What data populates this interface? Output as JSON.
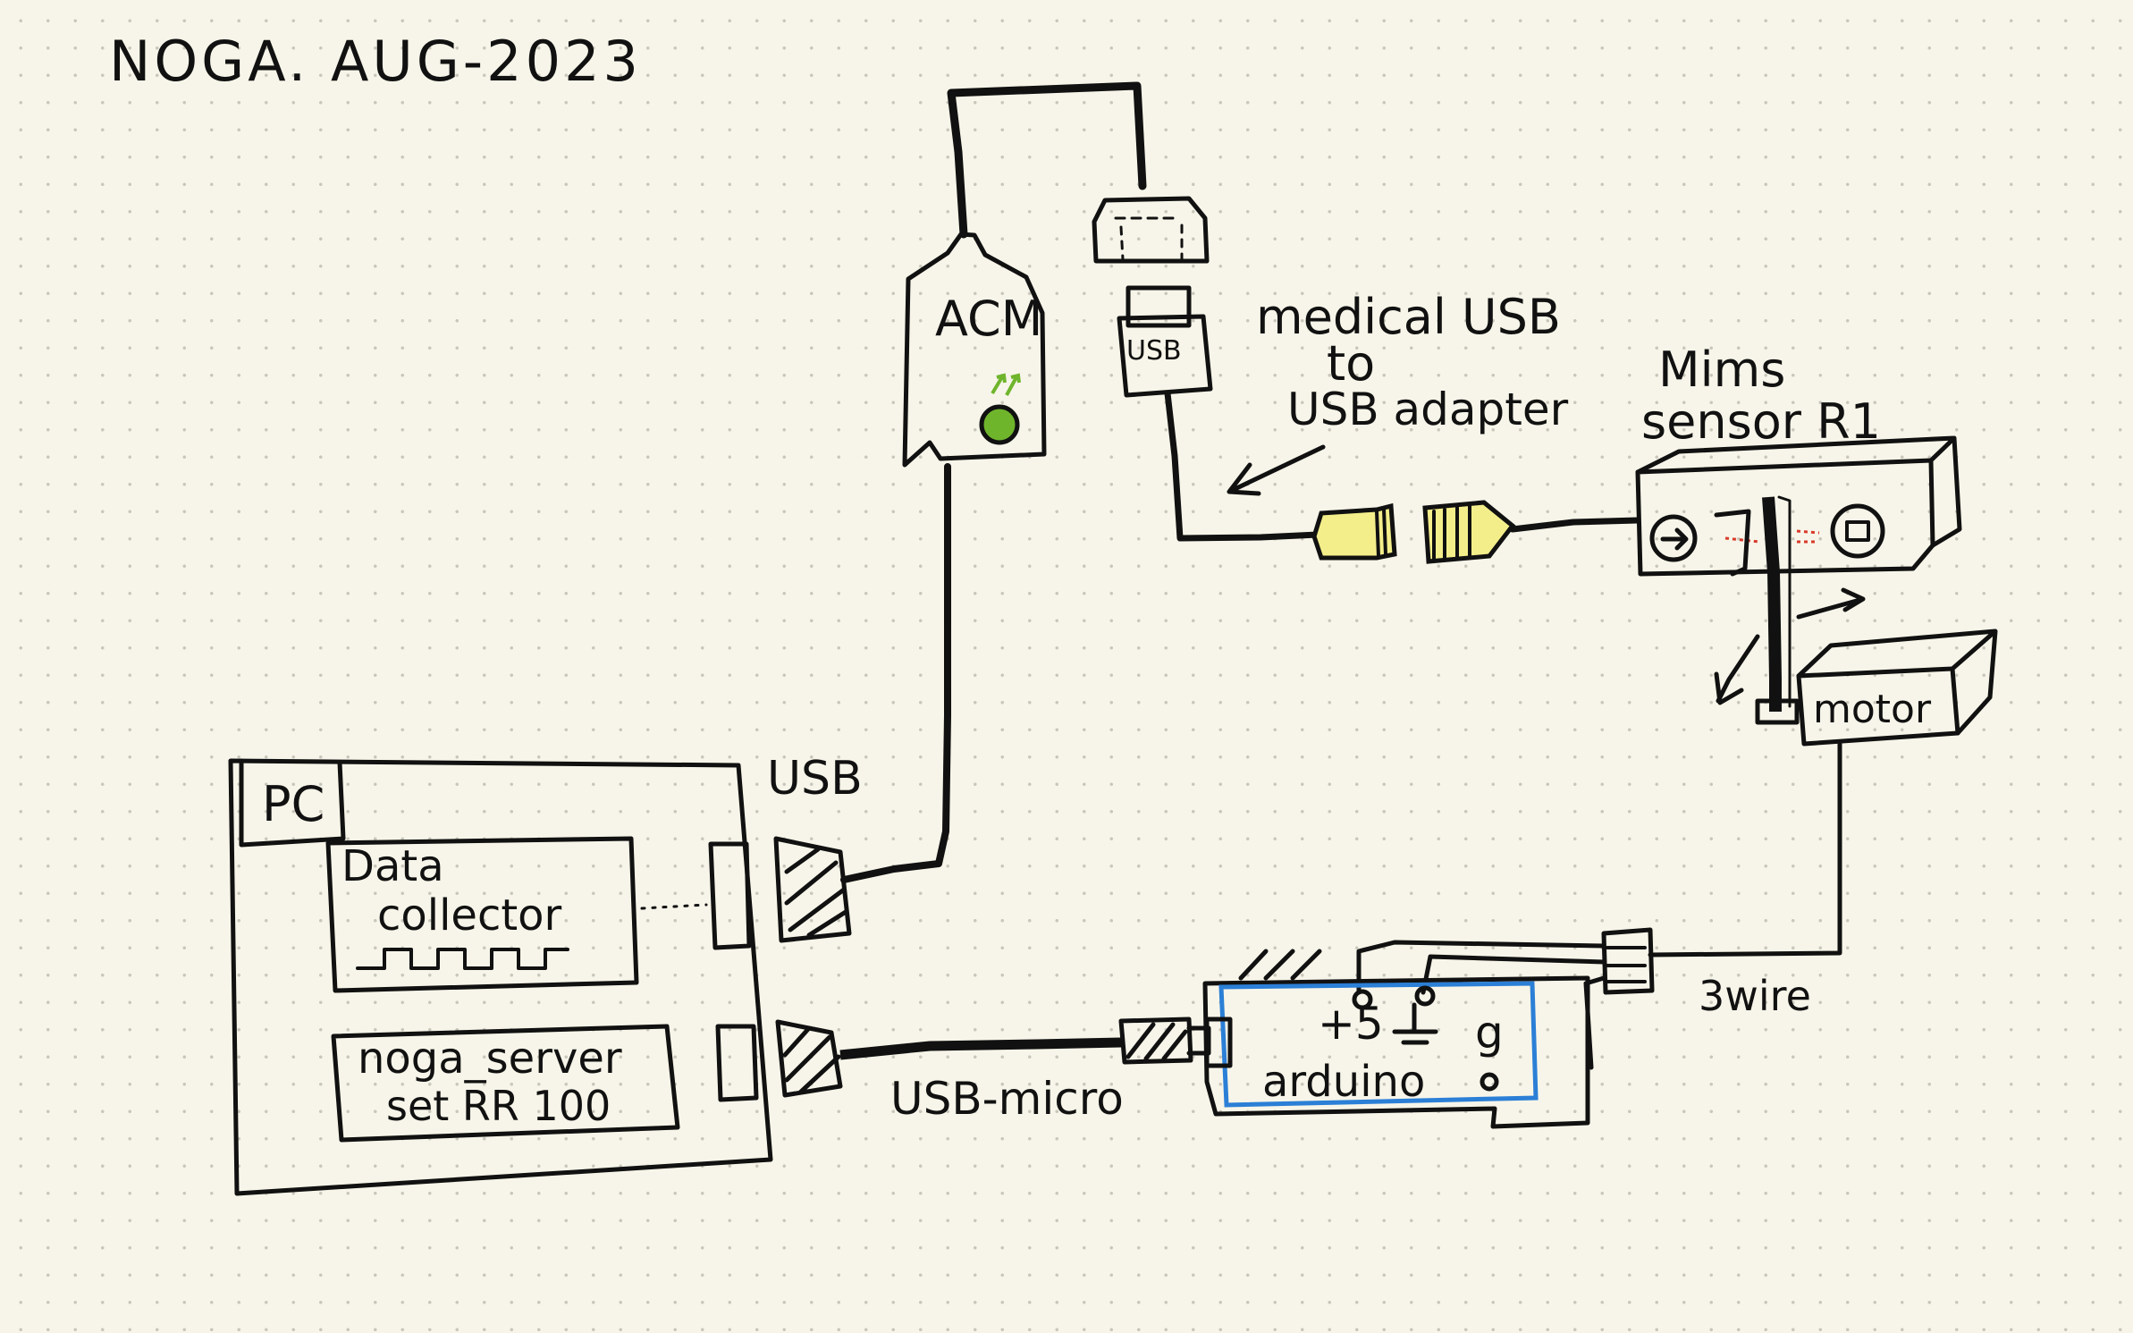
{
  "title": "NOGA. AUG-2023",
  "colors": {
    "background": "#f7f5e9",
    "dots": "#c9c7bb",
    "ink": "#111111",
    "led_green": "#6fb52c",
    "adapter_yellow": "#f3ee8a",
    "arduino_blue": "#2b7fd6",
    "sensor_red": "#d93a2b"
  },
  "nodes": {
    "pc": {
      "label": "PC",
      "data_collector_line1": "Data",
      "data_collector_line2": "collector",
      "server_line1": "noga_server",
      "server_line2": "set RR 100"
    },
    "acm": {
      "label": "ACM"
    },
    "usb_plug": {
      "label": "USB"
    },
    "adapter_note": {
      "line1": "medical USB",
      "line2": "to",
      "line3": "USB adapter"
    },
    "sensor": {
      "line1": "Mims",
      "line2": "sensor R1"
    },
    "motor": {
      "label": "motor"
    },
    "arduino": {
      "label": "arduino",
      "pin_5v": "+5",
      "pin_g": "g"
    }
  },
  "edges": {
    "usb": "USB",
    "usb_micro": "USB-micro",
    "three_wire": "3wire"
  }
}
